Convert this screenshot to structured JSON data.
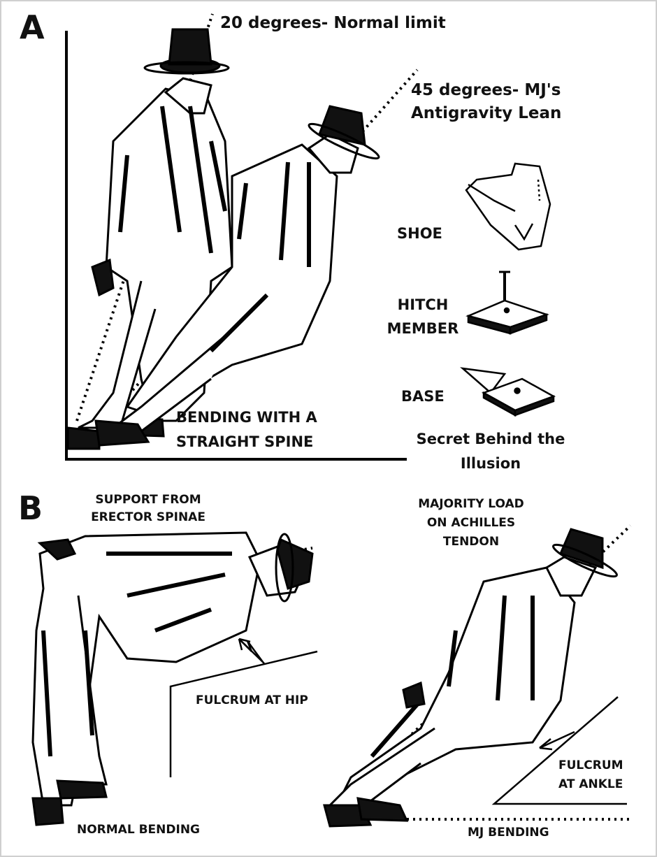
{
  "panel_a": {
    "letter": "A",
    "normal_limit": "20 degrees- Normal limit",
    "mj_lean_line1": "45 degrees- MJ's",
    "mj_lean_line2": "Antigravity Lean",
    "spine_line1": "BENDING WITH A",
    "spine_line2": "STRAIGHT SPINE",
    "shoe": "SHOE",
    "hitch_line1": "HITCH",
    "hitch_line2": "MEMBER",
    "base": "BASE",
    "secret_line1": "Secret Behind the",
    "secret_line2": "Illusion"
  },
  "panel_b": {
    "letter": "B",
    "support_line1": "SUPPORT FROM",
    "support_line2": "ERECTOR SPINAE",
    "load_line1": "MAJORITY LOAD",
    "load_line2": "ON ACHILLES",
    "load_line3": "TENDON",
    "fulcrum_hip": "FULCRUM AT HIP",
    "fulcrum_ankle_line1": "FULCRUM",
    "fulcrum_ankle_line2": "AT ANKLE",
    "normal_bending": "NORMAL BENDING",
    "mj_bending": "MJ BENDING"
  }
}
